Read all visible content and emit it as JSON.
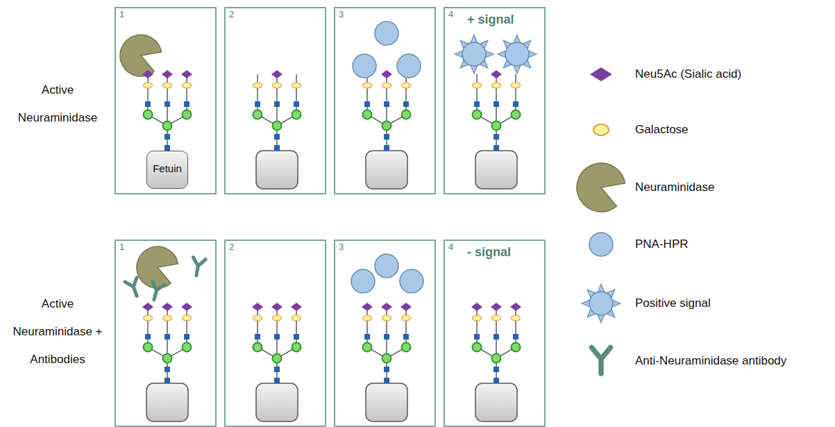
{
  "diagram": {
    "nodes": [
      {
        "text": [
          "1"
        ]
      },
      {
        "text": [
          "Fetuin"
        ],
        "in": 0
      },
      {
        "text": [
          "2"
        ]
      },
      {
        "text": [
          "3"
        ]
      },
      {
        "text": [
          "4",
          "+ signal"
        ]
      },
      {
        "text": [
          "1"
        ]
      },
      {
        "text": [
          "2"
        ]
      },
      {
        "text": [
          "3"
        ]
      },
      {
        "text": [
          "4",
          "- signal"
        ]
      }
    ],
    "labels": [
      "Active Neuraminidase",
      "Active Neuraminidase + Antibodies"
    ],
    "legend": [
      {
        "text": "Neu5Ac (Sialic acid)"
      },
      {
        "text": "Galactose"
      },
      {
        "text": "Neuraminidase"
      },
      {
        "text": "PNA-HPR"
      },
      {
        "text": "Positive signal"
      },
      {
        "text": "Anti-Neuraminidase antibody"
      }
    ]
  }
}
